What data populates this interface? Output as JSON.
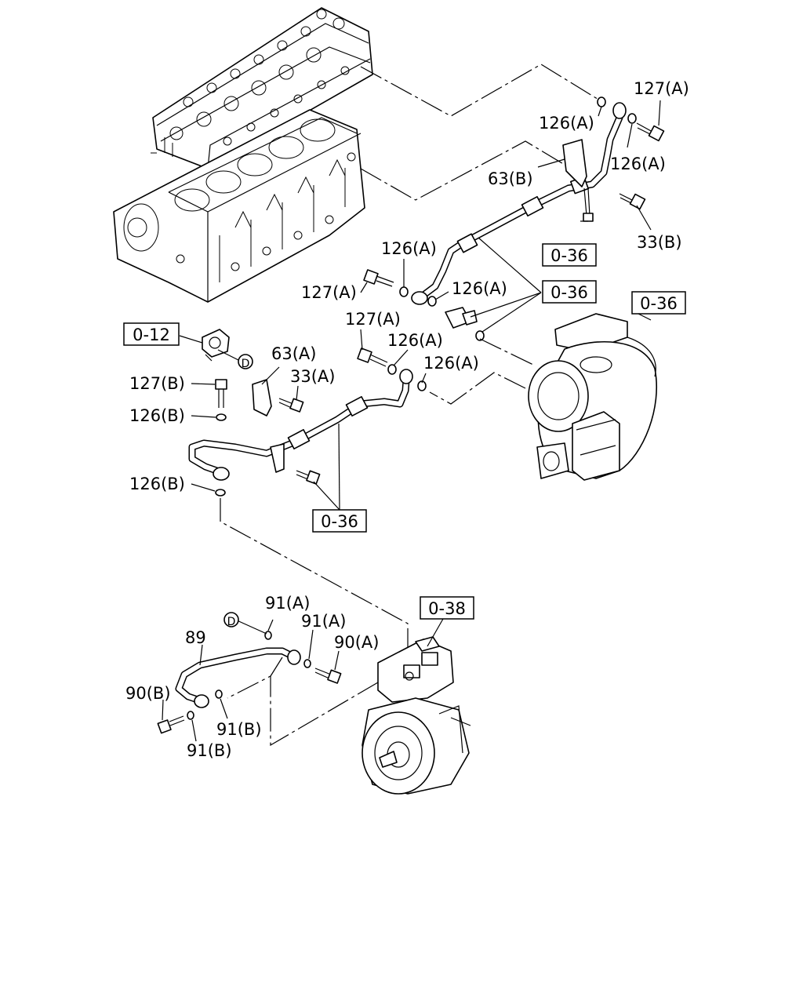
{
  "callouts": {
    "c127A_top": "127(A)",
    "c126A_top": "126(A)",
    "c126A_right": "126(A)",
    "c63B": "63(B)",
    "c33B": "33(B)",
    "c126A_mid": "126(A)",
    "c127A_mid": "127(A)",
    "c126A_mid2": "126(A)",
    "c127A_low": "127(A)",
    "c126A_low": "126(A)",
    "c126A_low2": "126(A)",
    "c63A": "63(A)",
    "c33A": "33(A)",
    "c127B": "127(B)",
    "c126B_top": "126(B)",
    "c126B_bot": "126(B)",
    "c91A_1": "91(A)",
    "c91A_2": "91(A)",
    "c90A": "90(A)",
    "c89": "89",
    "c90B": "90(B)",
    "c91B_1": "91(B)",
    "c91B_2": "91(B)"
  },
  "refs": {
    "r036_a": "0-36",
    "r036_b": "0-36",
    "r036_c": "0-36",
    "r036_d": "0-36",
    "r012": "0-12",
    "r038": "0-38"
  },
  "markers": {
    "d1": "D",
    "d2": "D"
  }
}
